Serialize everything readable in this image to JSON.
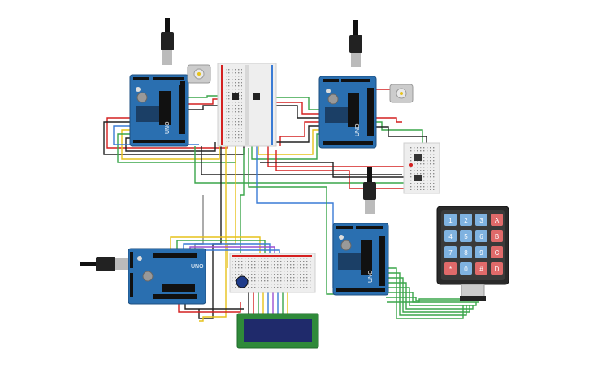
{
  "boards": [
    {
      "id": "arduino-1",
      "label": "UNO"
    },
    {
      "id": "arduino-2",
      "label": "UNO"
    },
    {
      "id": "arduino-3",
      "label": "UNO"
    },
    {
      "id": "arduino-4",
      "label": "UNO"
    }
  ],
  "keypad": {
    "keys": [
      "1",
      "2",
      "3",
      "A",
      "4",
      "5",
      "6",
      "B",
      "7",
      "8",
      "9",
      "C",
      "*",
      "0",
      "#",
      "D"
    ]
  },
  "colors": {
    "board": "#2a6fb0",
    "board_dark": "#1d4f80",
    "breadboard": "#eeeeee",
    "lcd_screen": "#1f2a6b",
    "lcd_pcb": "#2f8a3a",
    "keypad_body": "#2a2a2a",
    "key_blue": "#7fb2e0",
    "key_red": "#e06a6a",
    "wire_red": "#d42020",
    "wire_black": "#222222",
    "wire_green": "#3aa64a",
    "wire_yellow": "#e6c21a",
    "wire_blue": "#3a7bd5",
    "wire_gray": "#888888",
    "wire_purple": "#9b4fd1"
  }
}
